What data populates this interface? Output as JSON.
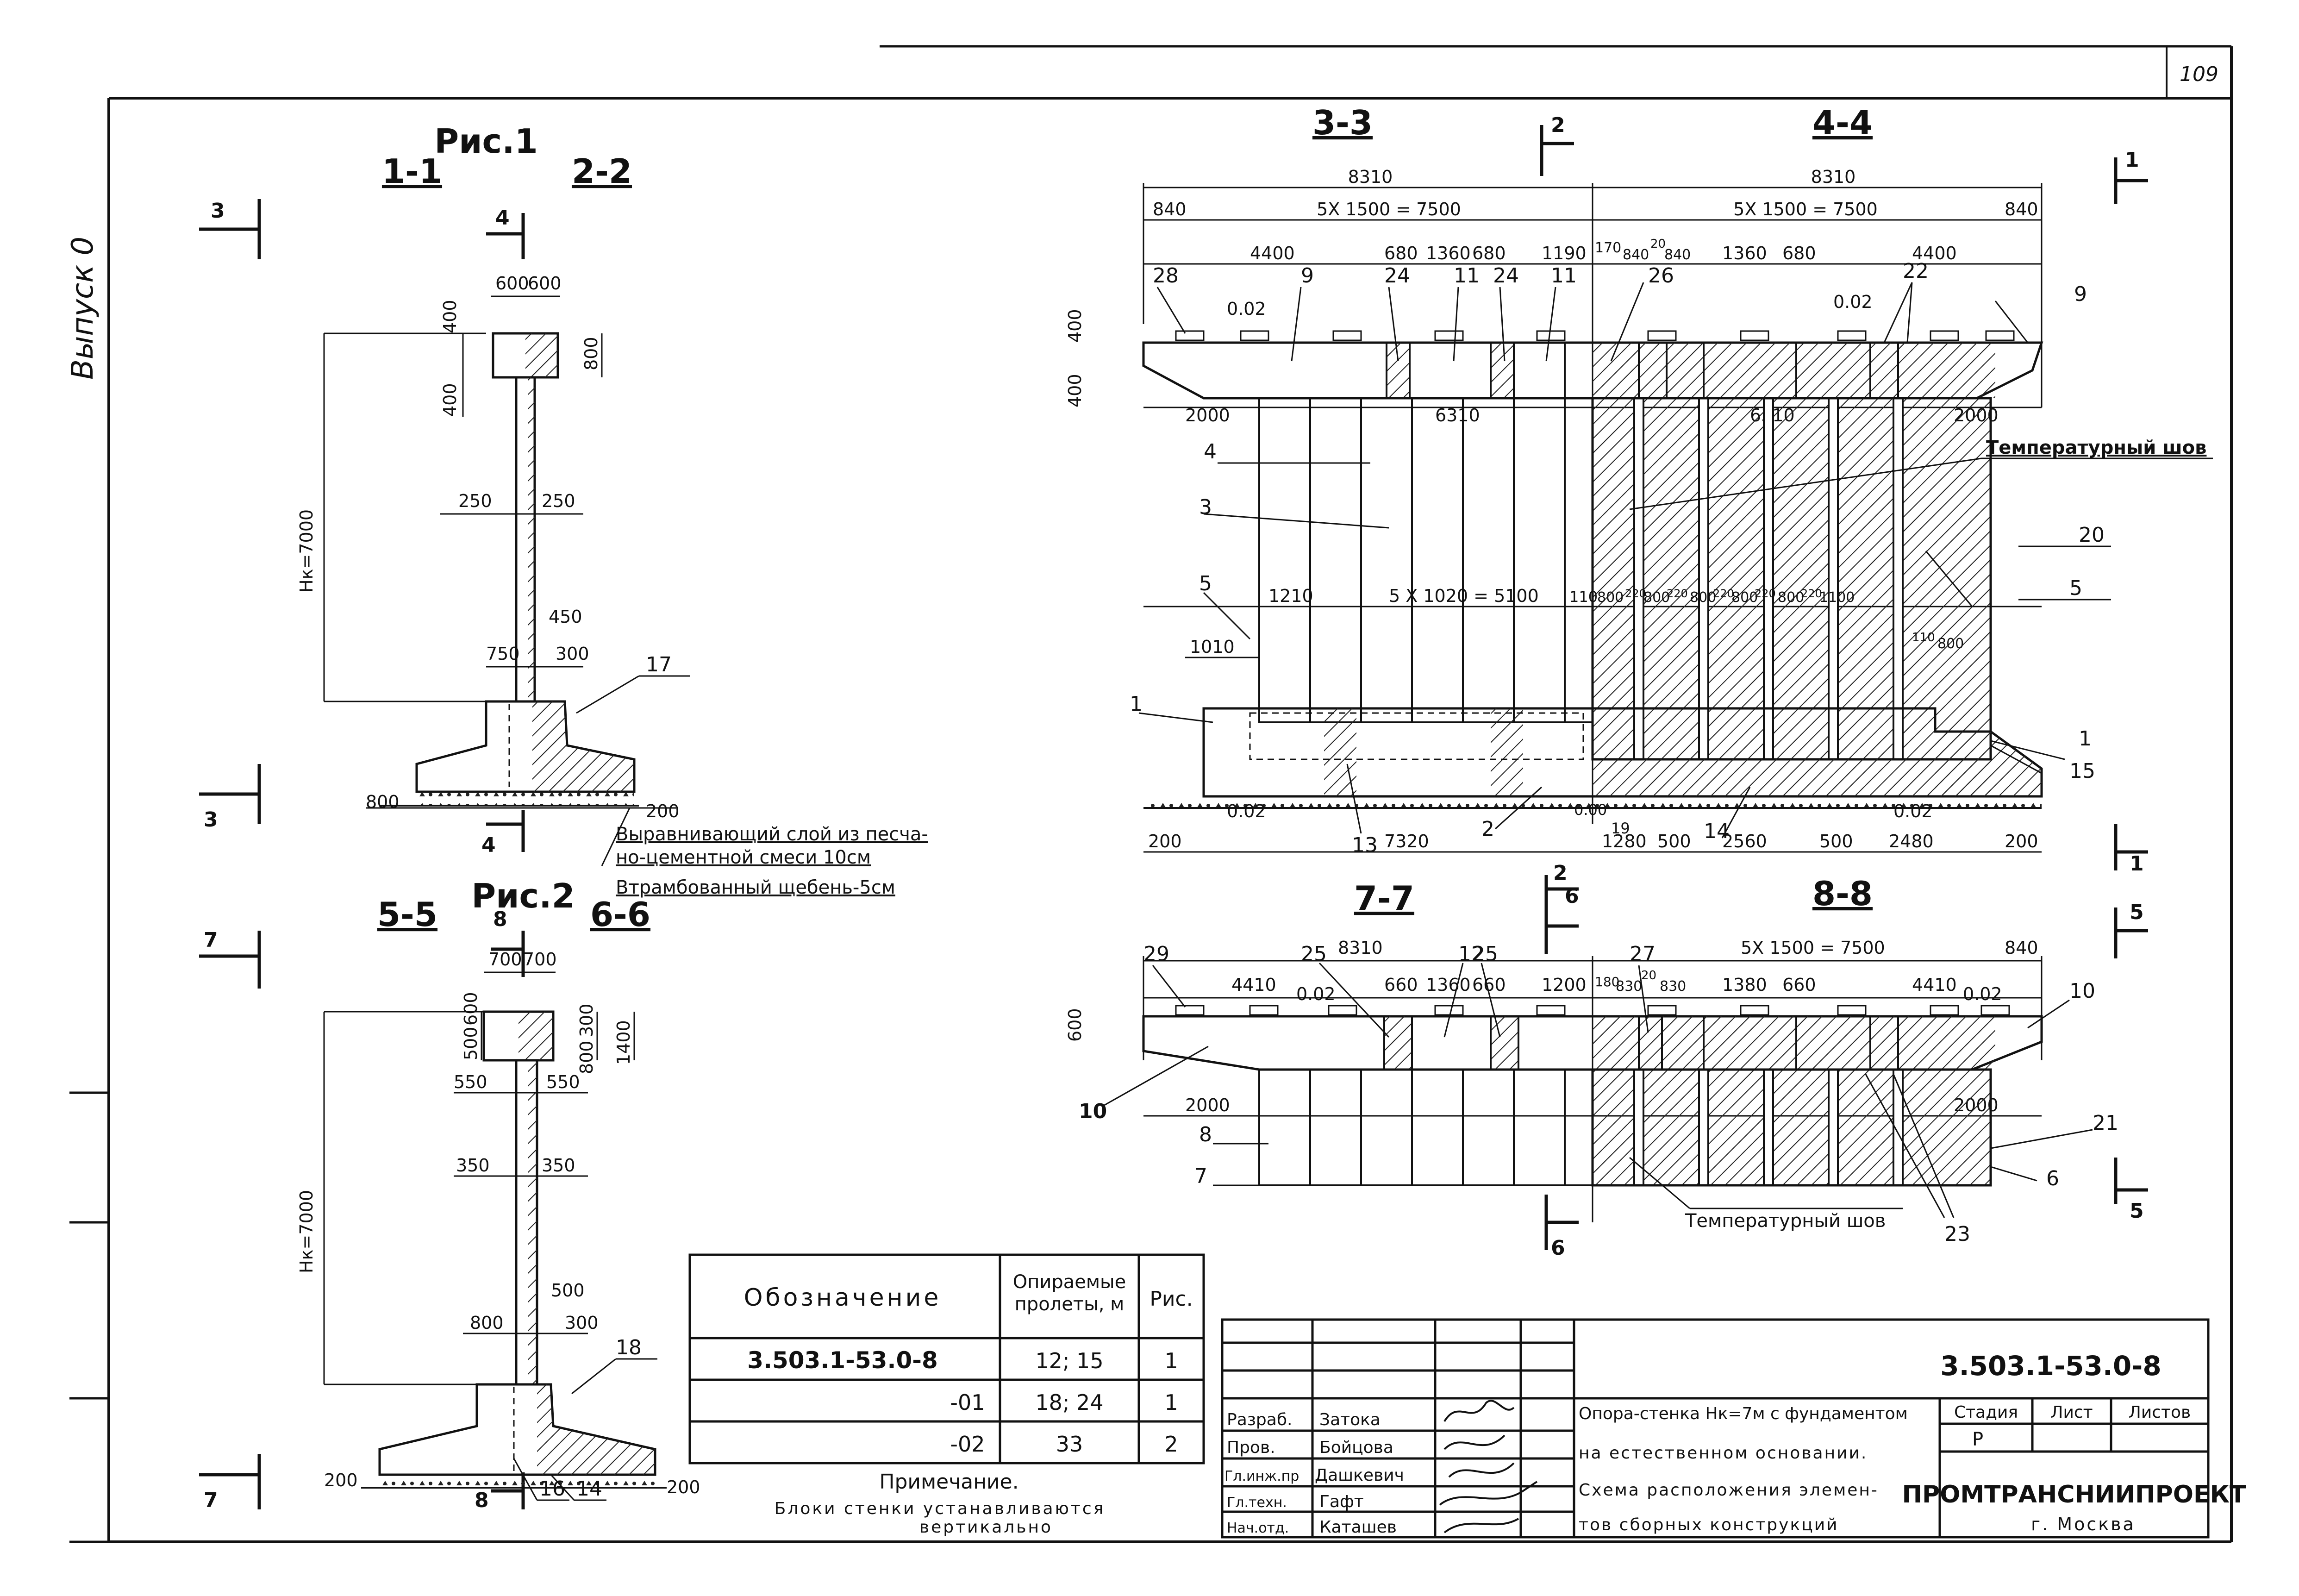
{
  "page_number": "109",
  "side_label": "Выпуск 0",
  "fig1": {
    "caption": "Рис.1",
    "section_a": "1-1",
    "section_b": "2-2",
    "cut_marks": [
      "3",
      "4",
      "3",
      "4"
    ],
    "dims": {
      "w1": "600",
      "w2": "600",
      "h_top": "400",
      "h_mid": "400",
      "h_cap": "800",
      "hk": "Hк=7000",
      "wall_l": "250",
      "wall_r": "250",
      "d450": "450",
      "d750": "750",
      "d300": "300",
      "left800": "800",
      "right200": "200"
    },
    "marks": [
      "17"
    ],
    "notes": [
      "Выравнивающий слой из песча-",
      "но-цементной смеси 10см",
      "Втрамбованный щебень-5см"
    ]
  },
  "fig2": {
    "caption": "Рис.2",
    "section_a": "5-5",
    "section_b": "6-6",
    "cut_marks": [
      "7",
      "8",
      "7",
      "8"
    ],
    "dims": {
      "w1": "700",
      "w2": "700",
      "d500": "500",
      "d600": "600",
      "d300": "300",
      "d800": "800",
      "d1400": "1400",
      "d550l": "550",
      "d550r": "550",
      "hk": "Hк=7000",
      "d350l": "350",
      "d350r": "350",
      "d500b": "500",
      "d800b": "800",
      "d300b": "300",
      "d200l": "200",
      "d200r": "200"
    },
    "marks": [
      "18",
      "16",
      "14"
    ]
  },
  "elev1": {
    "sec_a": "3-3",
    "sec_b": "4-4",
    "cut_marks": [
      "2",
      "2",
      "1",
      "1"
    ],
    "dims": {
      "total_l": "8310",
      "total_r": "8310",
      "d840": "840",
      "span_l": "5X 1500 = 7500",
      "span_r": "5X 1500 = 7500",
      "d840r": "840",
      "d4400": "4400",
      "d680": "680",
      "d1360": "1360",
      "d680b": "680",
      "d1190": "1190",
      "d170": "170",
      "d840s": "840",
      "d20": "20",
      "d840t": "840",
      "d1360r": "1360",
      "d680r": "680",
      "d4400r": "4400",
      "slope_l": "0.02",
      "slope_r": "0.02",
      "h400a": "400",
      "h400b": "400",
      "d2000l": "2000",
      "d6310l": "6310",
      "d6310r": "6310",
      "d2000r": "2000",
      "d1210": "1210",
      "span5": "5 X  1020 = 5100",
      "d110": "110",
      "d800b": "800",
      "d220a": "220",
      "d800c": "800",
      "d220b": "220",
      "d800d": "800",
      "d220c": "220",
      "d800e": "800",
      "d220d": "220",
      "d800f": "800",
      "d220e": "220",
      "d1100": "1100",
      "d110r": "110",
      "d800r": "800",
      "d1010": "1010",
      "slope_b": "0.02",
      "slope_br": "0.02",
      "d0_00": "0.00",
      "d19": "19",
      "d200l": "200",
      "d7320": "7320",
      "d1280": "1280",
      "d500a": "500",
      "d2560": "2560",
      "d500b": "500",
      "d2480": "2480",
      "d200r": "200"
    },
    "marks": [
      "28",
      "9",
      "24",
      "11",
      "24",
      "11",
      "26",
      "22",
      "9",
      "4",
      "3",
      "5",
      "1",
      "13",
      "2",
      "14",
      "20",
      "5",
      "1",
      "15"
    ],
    "label": "Температурный шов"
  },
  "elev2": {
    "sec_a": "7-7",
    "sec_b": "8-8",
    "cut_marks": [
      "6",
      "6",
      "5",
      "5"
    ],
    "dims": {
      "total": "8310",
      "span": "5X 1500 = 7500",
      "d840": "840",
      "d4410": "4410",
      "d660": "660",
      "d1360": "1360",
      "d660b": "660",
      "d1200": "1200",
      "d180": "180",
      "d830": "830",
      "d20": "20",
      "d830b": "830",
      "d1380": "1380",
      "d660r": "660",
      "d4410r": "4410",
      "slope_l": "0.02",
      "slope_r": "0.02",
      "h600": "600",
      "d2000l": "2000",
      "d2000r": "2000"
    },
    "marks": [
      "29",
      "25",
      "12",
      "25",
      "27",
      "10",
      "10",
      "8",
      "7",
      "21",
      "6",
      "23"
    ],
    "label": "Температурный шов"
  },
  "spec_table": {
    "headers": [
      "Обозначение",
      "Опираемые пролеты, м",
      "Рис."
    ],
    "rows": [
      [
        "3.503.1-53.0-8",
        "12; 15",
        "1"
      ],
      [
        "-01",
        "18; 24",
        "1"
      ],
      [
        "-02",
        "33",
        "2"
      ]
    ]
  },
  "note": {
    "title": "Примечание.",
    "line1": "Блоки стенки устанавливаются",
    "line2": "вертикально"
  },
  "title_block": {
    "doc_code": "3.503.1-53.0-8",
    "roles": [
      "Разраб.",
      "Пров.",
      "Гл.инж.пр",
      "Гл.техн.",
      "Нач.отд."
    ],
    "names": [
      "Затока",
      "Бойцова",
      "Дашкевич",
      "Гафт",
      "Каташев"
    ],
    "description": [
      "Опора-стенка Hк=7м с фундаментом",
      "на естественном основании.",
      "Схема расположения элемен-",
      "тов сборных конструкций"
    ],
    "stage_header": "Стадия",
    "sheet_header": "Лист",
    "sheets_header": "Листов",
    "stage": "Р",
    "org": "ПРОМТРАНСНИИПРОЕКТ",
    "city": "г. Москва"
  }
}
